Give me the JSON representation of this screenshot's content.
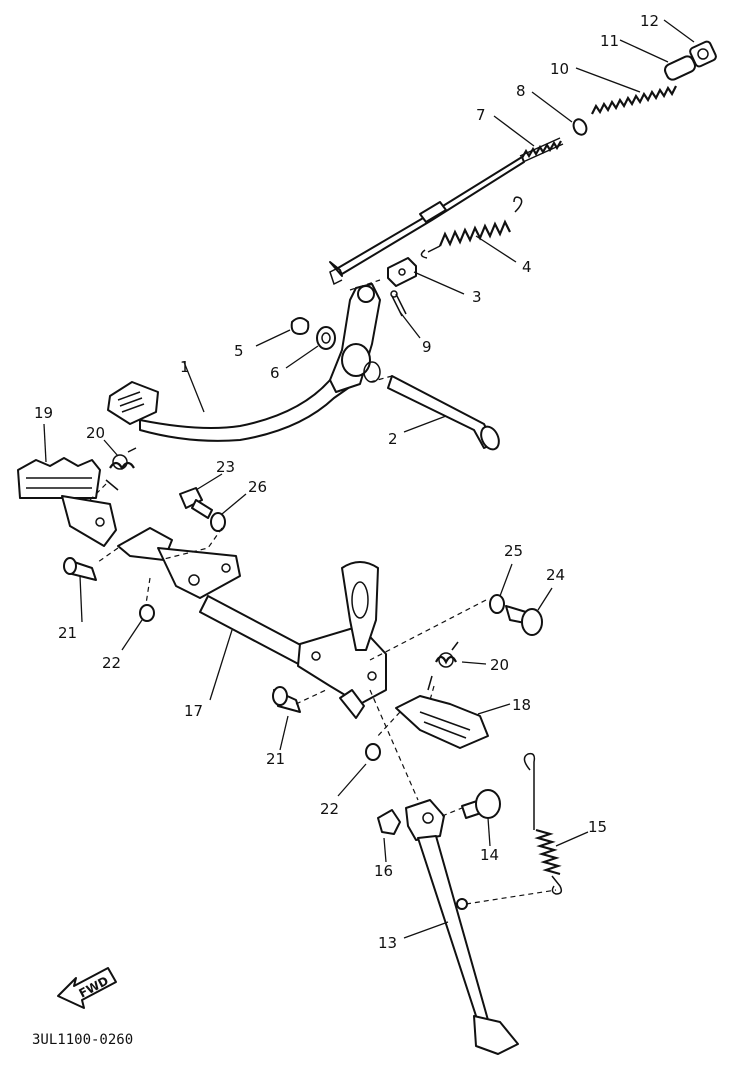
{
  "diagram": {
    "code": "3UL1100-0260",
    "fwd_label": "FWD",
    "callouts": [
      "1",
      "2",
      "3",
      "4",
      "5",
      "6",
      "7",
      "8",
      "9",
      "10",
      "11",
      "12",
      "13",
      "14",
      "15",
      "16",
      "17",
      "18",
      "19",
      "20",
      "20",
      "21",
      "21",
      "22",
      "22",
      "23",
      "24",
      "25",
      "26"
    ]
  }
}
